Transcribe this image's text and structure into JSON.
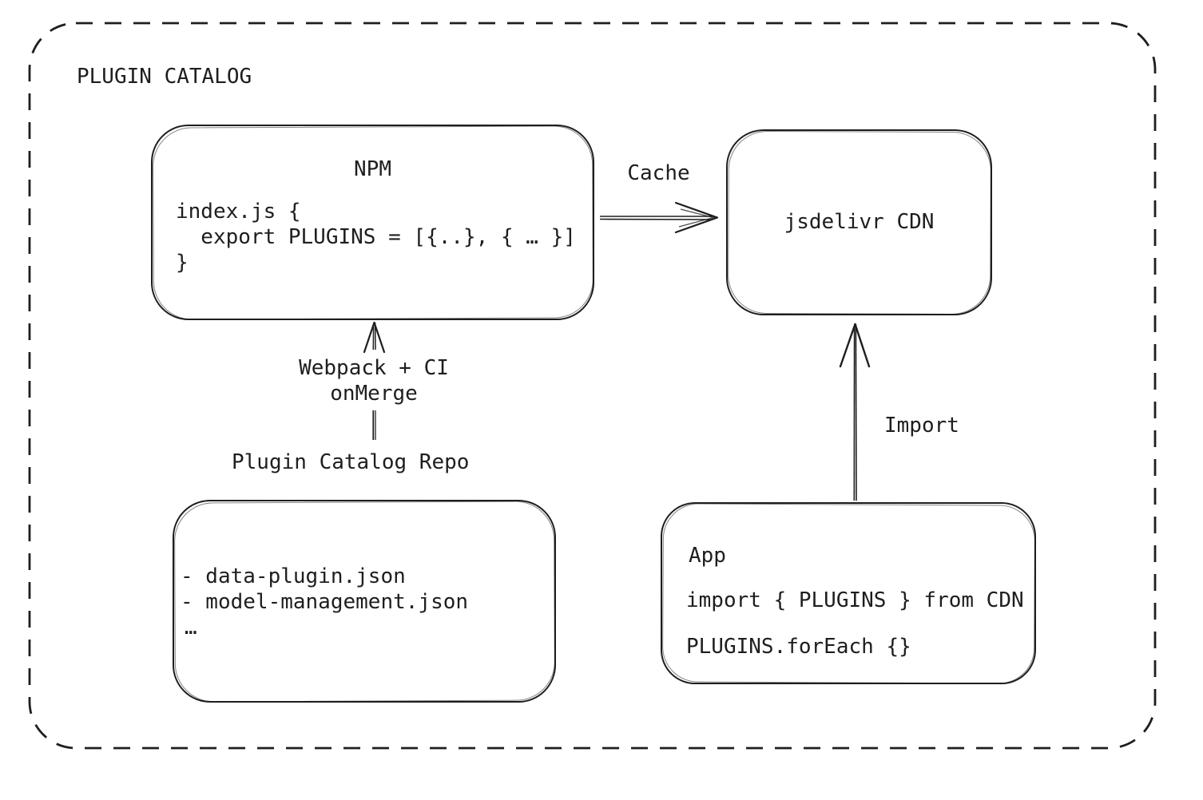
{
  "colors": {
    "stroke": "#1e1e1e",
    "background": "#ffffff"
  },
  "title": "PLUGIN CATALOG",
  "npm_box": {
    "title": "NPM",
    "code": {
      "line1": "index.js {",
      "line2": "  export PLUGINS = [{..}, { … }]",
      "line3": "}"
    }
  },
  "cdn_box": {
    "label": "jsdelivr CDN"
  },
  "repo_box": {
    "label": "Plugin Catalog Repo",
    "files": {
      "line1": "- data-plugin.json",
      "line2": "- model-management.json",
      "line3": "…"
    }
  },
  "app_box": {
    "title": "App",
    "code": {
      "line1": "import { PLUGINS } from CDN",
      "line2": "PLUGINS.forEach {}"
    }
  },
  "arrows": {
    "cache_label": "Cache",
    "webpack_label_line1": "Webpack + CI",
    "webpack_label_line2": "onMerge",
    "import_label": "Import"
  }
}
